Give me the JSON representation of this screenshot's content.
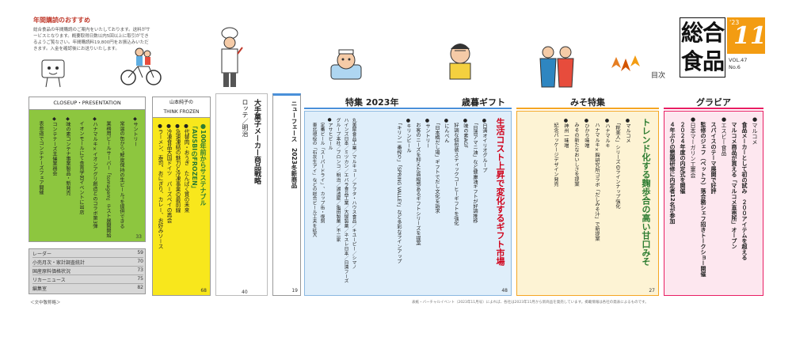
{
  "notice": {
    "title": "年間購読のおすすめ",
    "body": "総合食品の年間購読のご案内をいたしております。送料がサービスとなります。概要取得日数以内5回以上に取引ができるようご覧なさい。年間購読料19,800円をお振込みいただきます。入金を確認後にお送りいたします。"
  },
  "masthead": {
    "chars": [
      "総",
      "合",
      "食",
      "品"
    ],
    "year": "'23",
    "month": "11",
    "vol": "VOL.47",
    "no": "No.6",
    "toc": "目次"
  },
  "closeup": {
    "header": "CLOSEUP・PRESENTATION",
    "page": "33",
    "items": [
      "◆サントリー",
      "　常温の缶から\"鮮度保持の生ビール\"を提供できる",
      "　業務用ビールサーバー「tomagem」テスト展開開始",
      "◆ハナマルキ×イオンアグリ創造とのコラボ第3弾",
      "　イオンモールにて食育学習イベントに出店",
      "◆味の素コンテナ事業製品・新発売",
      "◆コンテナーズ主催業務会",
      "　表参道でコンテナーズフェア開催"
    ]
  },
  "index": {
    "rows": [
      {
        "label": "レーダー",
        "page": "59"
      },
      {
        "label": "小売月次・家計調査統計",
        "page": "70"
      },
      {
        "label": "国産原料価格状況",
        "page": "73"
      },
      {
        "label": "リカーニュース",
        "page": "75"
      },
      {
        "label": "編集室",
        "page": "82"
      }
    ],
    "note": "＜文中敬称略＞"
  },
  "yamamoto": {
    "header1": "山本純子の",
    "header2": "THINK FROZEN",
    "page": "68",
    "lines": [
      "●100年前からサステナブル",
      "「AUSBIのFROZEN」",
      "●代替肉・おうぎ　たんぱく質の未来",
      "●急速凍結の魅力と冷凍事業の最前線",
      "●冷凍食品大国ドイツ　パーズベイの再会",
      "●ラーメン、寿司、おにぎり、カレー、お好みソース"
    ]
  },
  "lotte": {
    "title": "大手菓子メーカー商品戦略",
    "company": "ロッテ／明治",
    "page": "40"
  },
  "news": {
    "title": "ニューフェース　2023冬新商品",
    "page": "19",
    "items": [
      "丸美屋食品工業／マルキュー／アフタ・ハウス食品／キユーピー／シマノ",
      "ハインズ日本／ミツカン／エバラ食品工業／大塚製薬／ネスレ日本／日清フーズ",
      "グループ本社／ブロンコ／明治／湖池屋／亀田製菓／不二家",
      "●アサヒビール",
      "　定番ビール「スーパードライ」、カップ缶・復刻",
      "　東北現役の「石灰生アイ」などの総合ビール工夫を拡大"
    ]
  },
  "seibo": {
    "head_left": "特集 2023年",
    "head_right": "歳暮ギフト",
    "headline": "生活コスト上昇で変化するギフト市場",
    "page": "48",
    "items": [
      "●日清オイリオグループ",
      "　「日清アマニ油」など健康油ギフトが好調推移",
      "●味の素AGF",
      "　好調な個包装スティックコーヒーギフトを強化",
      "●にんべん",
      "　「日本橋だし場」ギフトでだし文化を訴求",
      "●サントリー",
      "　お客のニーズを抑えた高級感あるギフトシリーズを提案",
      "●キリンビール",
      "　「キリン一番搾り」「SPRING VALLEY」など多彩なラインアップ"
    ]
  },
  "miso": {
    "head": "みそ特集",
    "headline": "トレンド化する麹歩合の高い甘口みそ",
    "page": "27",
    "items": [
      "●マルコメ",
      "　「糀美人」シリーズのラインナップ強化",
      "●ハナマルキ",
      "　ハナマルキ×麹研究所コラボ「だしみそ汁」で新提案",
      "●ひかり味噌",
      "　みその新たなおいしさを提案",
      "●神州一味噌",
      "　記念パッケージデザイン発売"
    ]
  },
  "gravure": {
    "head": "グラビア",
    "items": [
      "●マルコメ",
      "　食品メーカーとして初の試み　２００アイテムを超える",
      "　マルコメ商品が買える「マルコメ直売所」オープン",
      "●エスビー食品",
      "　スパイスのテーマ展開で好評",
      "　監修のジェフ（ベットフ）落合務シェフ招きトークショー開催",
      "●日本マーガリン工業会",
      "　２０２４年度の内定式を開催",
      "　４年ぶりの懇親研修に内定者12名が参加"
    ]
  },
  "footnote": "表紙・バーチャルイベント（2023年11月号）によれば、各社は2023年11月から新商品を発売しています。掲載情報は各社の発表によるものです。"
}
